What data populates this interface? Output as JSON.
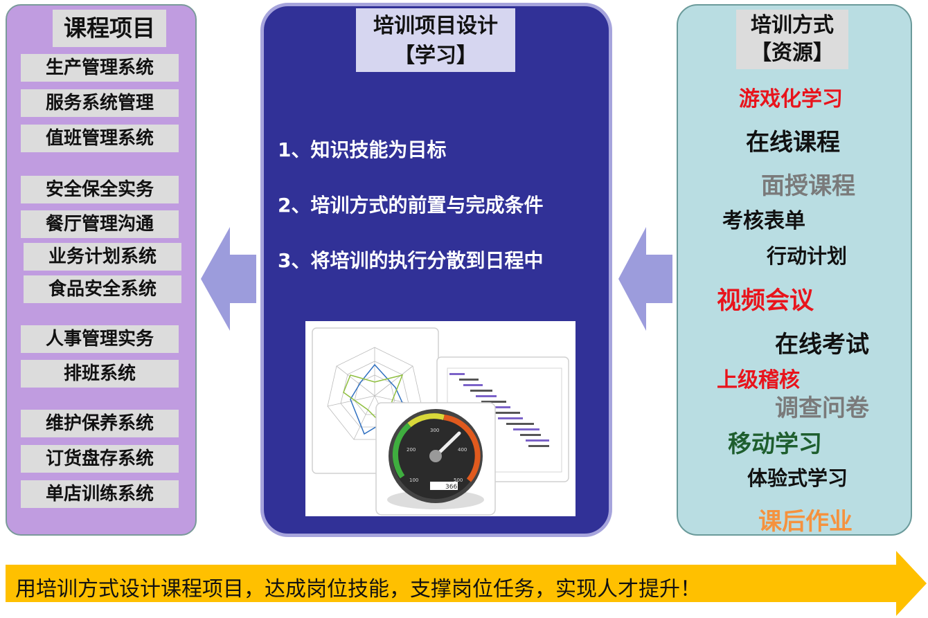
{
  "left": {
    "title": "课程项目",
    "items": [
      "生产管理系统",
      "服务系统管理",
      "值班管理系统",
      "安全保全实务",
      "餐厅管理沟通",
      "业务计划系统",
      "食品安全系统",
      "人事管理实务",
      "排班系统",
      "维护保养系统",
      "订货盘存系统",
      "单店训练系统"
    ]
  },
  "center": {
    "title_line1": "培训项目设计",
    "title_line2": "【学习】",
    "goals": [
      "1、知识技能为目标",
      "2、培训方式的前置与完成条件",
      "3、将培训的执行分散到日程中"
    ],
    "gauge_value": "366",
    "gauge_ticks": [
      "100",
      "200",
      "300",
      "400",
      "500"
    ]
  },
  "right": {
    "title_line1": "培训方式",
    "title_line2": "【资源】",
    "methods": [
      {
        "label": "游戏化学习",
        "color": "#e8141c"
      },
      {
        "label": "在线课程",
        "color": "#111111"
      },
      {
        "label": "面授课程",
        "color": "#7a7a7a"
      },
      {
        "label": "考核表单",
        "color": "#111111"
      },
      {
        "label": "行动计划",
        "color": "#111111"
      },
      {
        "label": "视频会议",
        "color": "#e8141c"
      },
      {
        "label": "在线考试",
        "color": "#111111"
      },
      {
        "label": "上级稽核",
        "color": "#e8141c"
      },
      {
        "label": "调查问卷",
        "color": "#7a7a7a"
      },
      {
        "label": "移动学习",
        "color": "#1e5e2e"
      },
      {
        "label": "体验式学习",
        "color": "#111111"
      },
      {
        "label": "课后作业",
        "color": "#f5923e"
      }
    ]
  },
  "banner": {
    "text": "用培训方式设计课程项目，达成岗位技能，支撑岗位任务，实现人才提升！",
    "color": "#ffc000"
  }
}
